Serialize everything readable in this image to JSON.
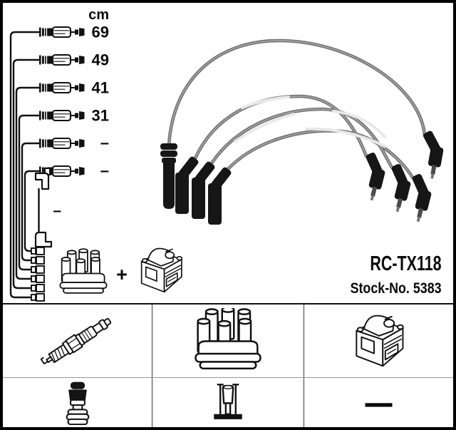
{
  "product": {
    "part_number": "RC-TX118",
    "stock_number_label": "Stock-No. 5383"
  },
  "length_diagram": {
    "unit_header": "cm",
    "wires": [
      {
        "name": "ignition wire 1",
        "length": "69"
      },
      {
        "name": "ignition wire 2",
        "length": "49"
      },
      {
        "name": "ignition wire 3",
        "length": "41"
      },
      {
        "name": "ignition wire 4",
        "length": "31"
      },
      {
        "name": "ignition wire 5",
        "length": "–"
      },
      {
        "name": "ignition wire 6",
        "length": "–"
      }
    ],
    "coil_wire_length": "–",
    "plus_sign": "+"
  },
  "included_parts_grid": {
    "cells": [
      {
        "row": 1,
        "col": 1,
        "icon": "spark-plug-icon"
      },
      {
        "row": 1,
        "col": 2,
        "icon": "distributor-cap-icon"
      },
      {
        "row": 1,
        "col": 3,
        "icon": "ignition-coil-icon"
      },
      {
        "row": 2,
        "col": 1,
        "icon": "spark-plug-terminal-icon"
      },
      {
        "row": 2,
        "col": 2,
        "icon": "distributor-terminal-icon"
      },
      {
        "row": 2,
        "col": 3,
        "value": "—"
      }
    ],
    "empty_cell_dash": "—"
  },
  "colors": {
    "line_art": "#111111",
    "cable_gray": "#7a7a7a",
    "cable_highlight": "#ababab",
    "sleeve_white": "#e9e9e9",
    "boot_black": "#161616",
    "frame_black": "#000000"
  }
}
